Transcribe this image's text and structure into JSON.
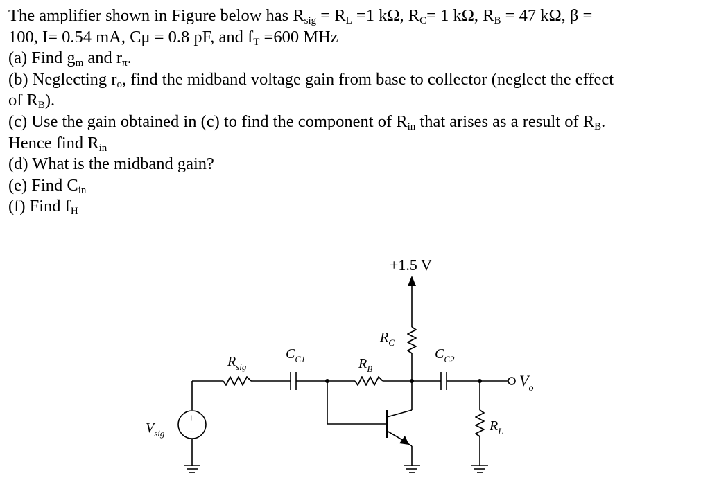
{
  "problem": {
    "line1": [
      "The amplifier shown in Figure below has R",
      "sig",
      " = R",
      "L",
      " =1 kΩ, R",
      "C",
      "= 1 kΩ, R",
      "B",
      " = 47 kΩ, β ="
    ],
    "line2": [
      "100, I= 0.54 mA, Cμ = 0.8 pF, and f",
      "T",
      " =600 MHz"
    ],
    "part_a": [
      "(a) Find g",
      "m",
      " and r",
      "π",
      "."
    ],
    "part_b1": [
      "(b) Neglecting r",
      "o",
      ", find the midband voltage gain from base to collector (neglect the effect"
    ],
    "part_b2": [
      "of R",
      "B",
      ")."
    ],
    "part_c1": [
      "(c) Use the gain obtained in (c) to find the component of R",
      "in",
      " that arises as a result of R",
      "B",
      "."
    ],
    "part_c2": [
      "Hence find R",
      "in"
    ],
    "part_d": [
      "(d) What is the midband gain?"
    ],
    "part_e": [
      "(e) Find C",
      "in"
    ],
    "part_f": [
      "(f) Find f",
      "H"
    ]
  },
  "circuit": {
    "supply_label": "+1.5 V",
    "rc_label": [
      "R",
      "C"
    ],
    "rb_label": [
      "R",
      "B"
    ],
    "rsig_label": [
      "R",
      "sig"
    ],
    "cc1_label": [
      "C",
      "C1"
    ],
    "cc2_label": [
      "C",
      "C2"
    ],
    "rl_label": [
      "R",
      "L"
    ],
    "vo_label": [
      "V",
      "o"
    ],
    "vsig_label": [
      "V",
      "sig"
    ],
    "source_plus": "+",
    "source_minus": "−"
  }
}
